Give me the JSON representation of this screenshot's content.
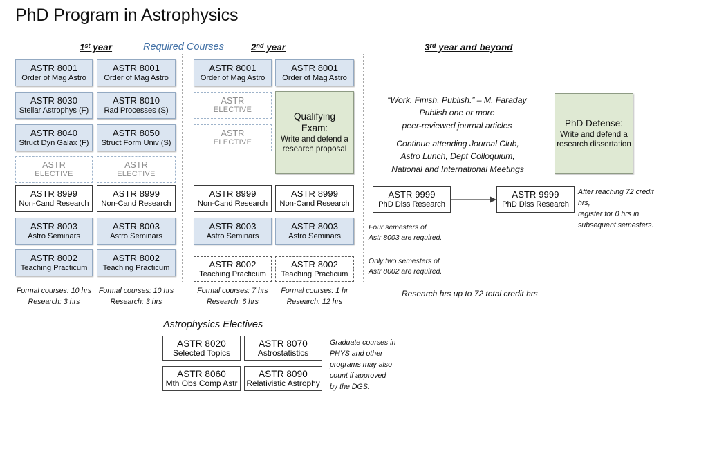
{
  "title": "PhD Program in Astrophysics",
  "headers": {
    "year1": "1st year",
    "year1_ord": "st",
    "year1_base": "1",
    "year1_word": " year",
    "required": "Required Courses",
    "year2_base": "2",
    "year2_ord": "nd",
    "year2_word": " year",
    "year3_base": "3",
    "year3_ord": "rd",
    "year3_word": " year and beyond"
  },
  "year1": {
    "fall": [
      {
        "code": "ASTR 8001",
        "name": "Order of Mag Astro",
        "style": "blue"
      },
      {
        "code": "ASTR 8030",
        "name": "Stellar Astrophys (F)",
        "style": "blue"
      },
      {
        "code": "ASTR 8040",
        "name": "Struct Dyn Galax (F)",
        "style": "blue"
      },
      {
        "code": "ASTR",
        "name": "ELECTIVE",
        "style": "dashed-blue"
      },
      {
        "code": "ASTR 8999",
        "name": "Non-Cand Research",
        "style": "white"
      },
      {
        "code": "ASTR 8003",
        "name": "Astro Seminars",
        "style": "blue"
      },
      {
        "code": "ASTR 8002",
        "name": "Teaching Practicum",
        "style": "blue"
      }
    ],
    "spring": [
      {
        "code": "ASTR 8001",
        "name": "Order of Mag Astro",
        "style": "blue"
      },
      {
        "code": "ASTR 8010",
        "name": "Rad Processes (S)",
        "style": "blue"
      },
      {
        "code": "ASTR 8050",
        "name": "Struct Form Univ (S)",
        "style": "blue"
      },
      {
        "code": "ASTR",
        "name": "ELECTIVE",
        "style": "dashed-blue"
      },
      {
        "code": "ASTR 8999",
        "name": "Non-Cand Research",
        "style": "white"
      },
      {
        "code": "ASTR 8003",
        "name": "Astro Seminars",
        "style": "blue"
      },
      {
        "code": "ASTR 8002",
        "name": "Teaching Practicum",
        "style": "blue"
      }
    ],
    "fall_credits": "Formal courses: 10 hrs\nResearch: 3 hrs",
    "spring_credits": "Formal courses: 10 hrs\nResearch: 3 hrs"
  },
  "year2": {
    "fall": [
      {
        "code": "ASTR 8001",
        "name": "Order of Mag Astro",
        "style": "blue"
      },
      {
        "code": "ASTR",
        "name": "ELECTIVE",
        "style": "dashed-blue"
      },
      {
        "code": "ASTR",
        "name": "ELECTIVE",
        "style": "dashed-blue"
      },
      {
        "code": "ASTR 8999",
        "name": "Non-Cand Research",
        "style": "white"
      },
      {
        "code": "ASTR 8003",
        "name": "Astro Seminars",
        "style": "blue"
      },
      {
        "code": "ASTR 8002",
        "name": "Teaching Practicum",
        "style": "dashed-dark"
      }
    ],
    "spring": [
      {
        "code": "ASTR 8001",
        "name": "Order of Mag Astro",
        "style": "blue"
      },
      {
        "code": "ASTR 8999",
        "name": "Non-Cand Research",
        "style": "white"
      },
      {
        "code": "ASTR 8003",
        "name": "Astro Seminars",
        "style": "blue"
      },
      {
        "code": "ASTR 8002",
        "name": "Teaching Practicum",
        "style": "dashed-dark"
      }
    ],
    "qualifying_exam": {
      "headline": "Qualifying\nExam:",
      "detail": "Write and defend a\nresearch proposal"
    },
    "fall_credits": "Formal courses: 7 hrs\nResearch: 6 hrs",
    "spring_credits": "Formal courses: 1 hr\nResearch: 12 hrs"
  },
  "year3": {
    "quote_block": "“Work.  Finish. Publish.” – M. Faraday\nPublish one or more\npeer-reviewed journal articles",
    "activities_block": "Continue attending Journal Club,\nAstro Lunch, Dept Colloquium,\nNational and International Meetings",
    "defense": {
      "headline": "PhD Defense:",
      "detail": "Write and defend a\nresearch dissertation"
    },
    "research_box_1": {
      "code": "ASTR 9999",
      "name": "PhD Diss Research"
    },
    "research_box_2": {
      "code": "ASTR 9999",
      "name": "PhD Diss Research"
    },
    "arrow_name": "arrow-right-icon",
    "credit_note": "After reaching 72 credit hrs,\nregister for 0 hrs in\nsubsequent semesters.",
    "research_total": "Research hrs up to 72 total credit hrs"
  },
  "side_notes": {
    "seminars": "Four semesters of\nAstr 8003 are required.",
    "practicum": "Only two semesters of\nAstr 8002 are required."
  },
  "electives": {
    "title": "Astrophysics Electives",
    "boxes": [
      {
        "code": "ASTR 8020",
        "name": "Selected Topics"
      },
      {
        "code": "ASTR 8070",
        "name": "Astrostatistics"
      },
      {
        "code": "ASTR 8060",
        "name": "Mth Obs Comp Astr"
      },
      {
        "code": "ASTR 8090",
        "name": "Relativistic Astrophy"
      }
    ],
    "note": "Graduate courses in\nPHYS and other\nprograms may also\ncount if approved\nby the DGS."
  },
  "colors": {
    "course_blue": "#dbe5f1",
    "course_blue_border": "#93a9c2",
    "milestone_green": "#dfe9d3",
    "milestone_green_border": "#8e9b84",
    "section_label_blue": "#4573a7",
    "elective_gray": "#8c8c8c",
    "divider_gray": "#a8a8a8"
  }
}
